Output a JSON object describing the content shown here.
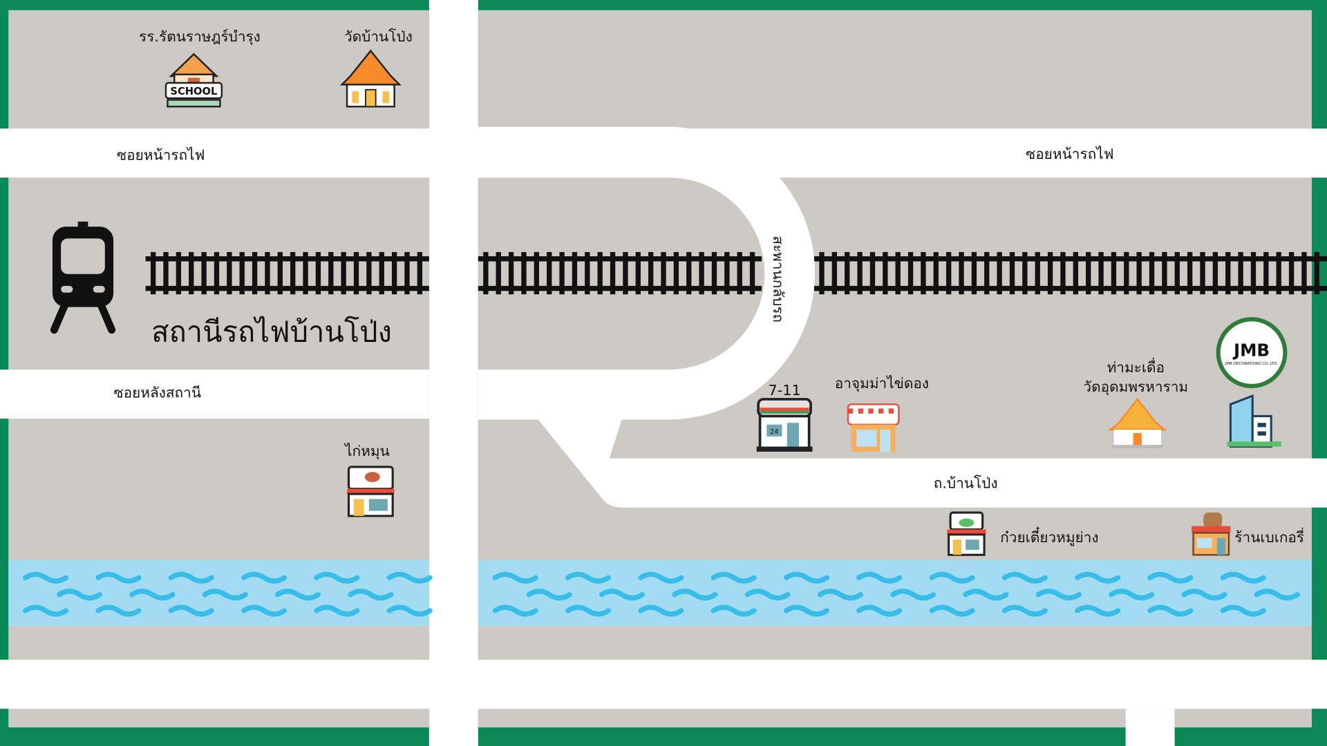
{
  "colors": {
    "green": "#0b8a57",
    "block": "#cdc9c5",
    "road": "#ffffff",
    "river": "#a3dcf2",
    "wave": "#38bde9",
    "rail": "#111111"
  },
  "labels": {
    "school": "รร.รัตนราษฎร์บำรุง",
    "temple_top": "วัดบ้านโป่ง",
    "road_top_left": "ซอยหน้ารถไฟ",
    "road_top_right": "ซอยหน้ารถไฟ",
    "station": "สถานีรถไฟบ้านโป่ง",
    "road_back_station": "ซอยหลังสถานี",
    "bridge": "สะพานกลับรถ",
    "seven_eleven": "7-11",
    "shop_ajumma": "อาจุมม่าไข่ดอง",
    "temple_pier_1": "ท่ามะเดื่อ",
    "temple_pier_2": "วัดอุดมพรหาราม",
    "chicken": "ไก่หมุน",
    "road_main": "ถ.บ้านโป่ง",
    "noodle": "ก๋วยเตี๋ยวหมูย่าง",
    "bakery": "ร้านเบเกอรี่",
    "school_sign": "SCHOOL",
    "seven_sign": "24"
  },
  "logo": {
    "text": "JMB",
    "subtitle": "JMB DECORATIONS CO.,LTD."
  },
  "icons": [
    "school-icon",
    "temple-icon",
    "train-icon",
    "convenience-store-icon",
    "shop-icon",
    "temple-icon",
    "building-icon",
    "chicken-shop-icon",
    "noodle-shop-icon",
    "bakery-icon"
  ]
}
